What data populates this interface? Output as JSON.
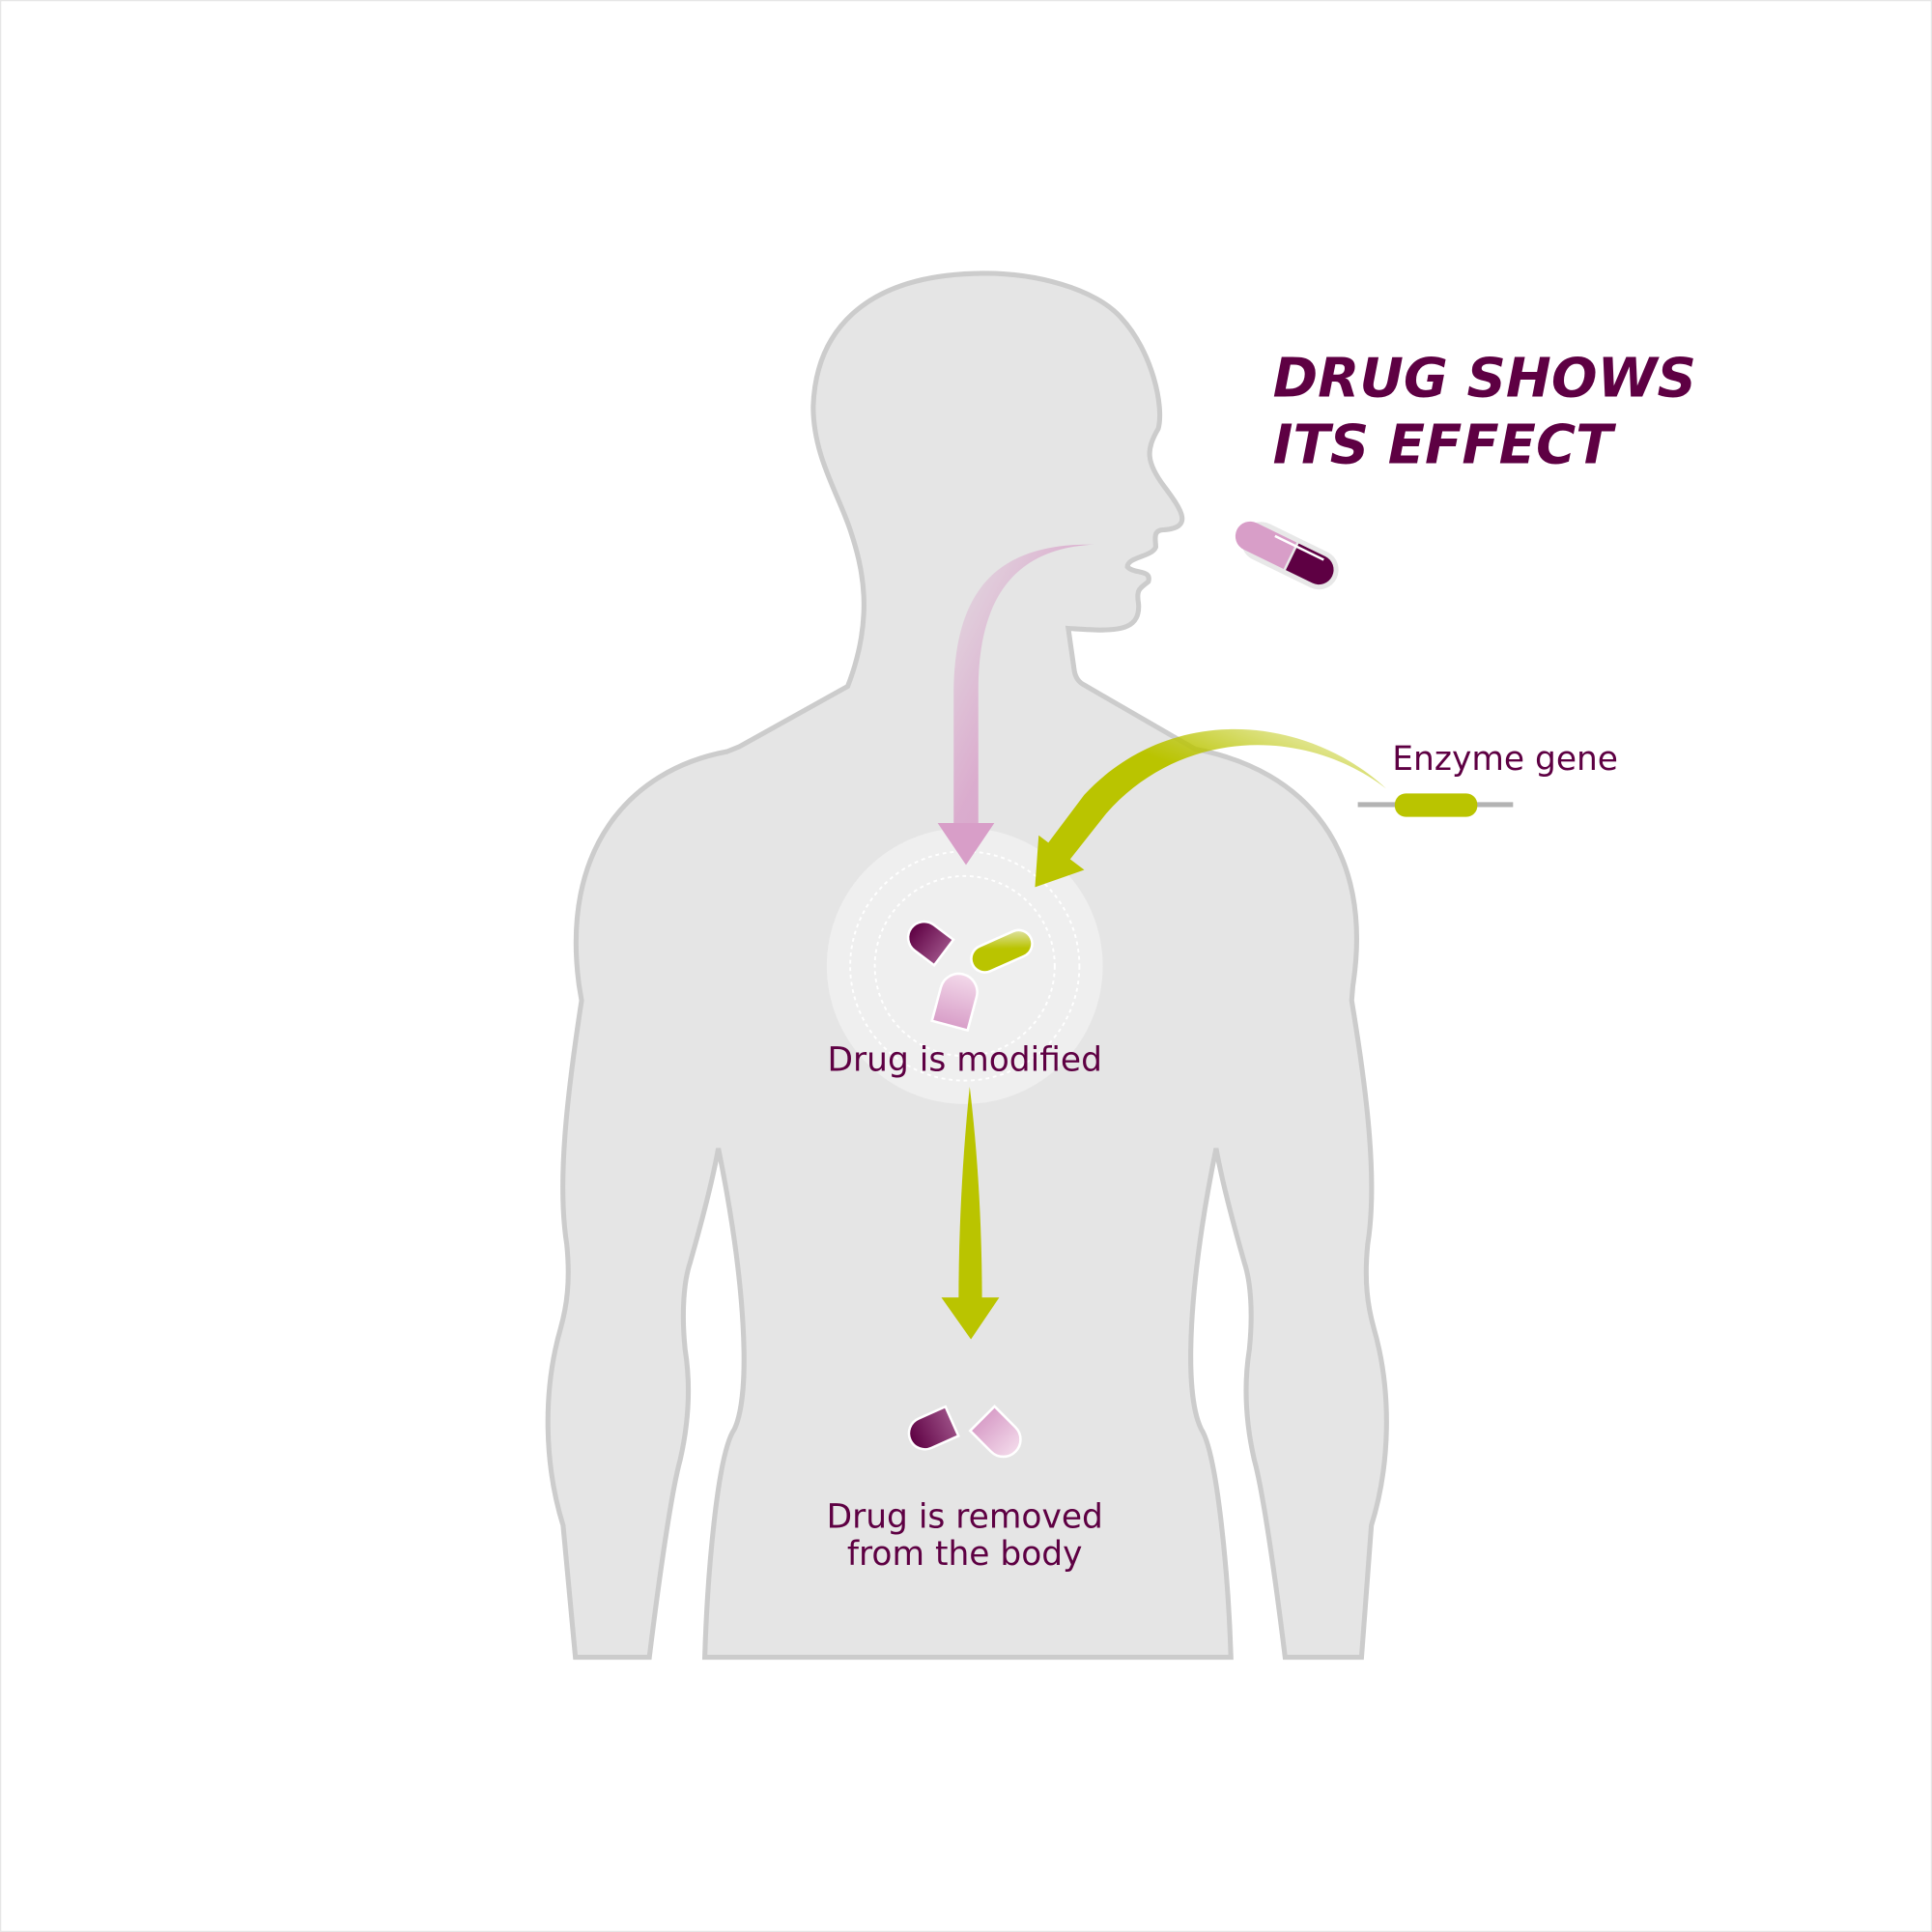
{
  "title": {
    "line1": "DRUG SHOWS",
    "line2": "ITS EFFECT"
  },
  "labels": {
    "enzyme_gene": "Enzyme gene",
    "modified": "Drug is modified",
    "removed_line1": "Drug is removed",
    "removed_line2": "from the body"
  },
  "colors": {
    "dark_purple": "#5e0043",
    "pink": "#d89ec8",
    "green": "#bac400",
    "body": "#e5e5e5",
    "outline": "#cccccc"
  }
}
